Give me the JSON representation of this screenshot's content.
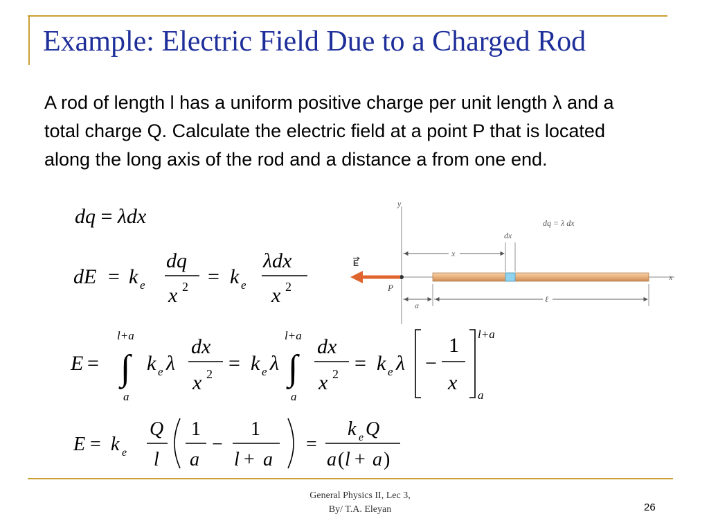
{
  "slide": {
    "title": "Example: Electric Field Due to a Charged Rod",
    "paragraph": "A rod of length l has a uniform positive charge per unit length λ and a total charge Q. Calculate the electric field at a point P that is located along the long axis of the rod and a distance a from one end.",
    "footer_line1": "General Physics II, Lec 3,",
    "footer_line2": "By/ T.A. Eleyan",
    "page_number": "26"
  },
  "equations": {
    "eq1": "dq = λdx",
    "eq2": "dE = k_e dq/x² = k_e λdx/x²",
    "eq3": "E = ∫_a^{l+a} k_e λ dx/x² = k_e λ ∫_a^{l+a} dx/x² = k_e λ [−1/x]_a^{l+a}",
    "eq4": "E = k_e (Q/l)(1/a − 1/(l+a)) = k_e Q / (a(l+a))"
  },
  "figure": {
    "axis_y": "y",
    "axis_x": "x",
    "field_label": "E",
    "point_label": "P",
    "dq_label": "dq = λ dx",
    "dx_label": "dx",
    "x_dim_label": "x",
    "a_label": "a",
    "l_label": "ℓ",
    "colors": {
      "rod": "#e9b07a",
      "arrow": "#e0642e",
      "element": "#8fd3ef",
      "dim": "#555555"
    }
  }
}
